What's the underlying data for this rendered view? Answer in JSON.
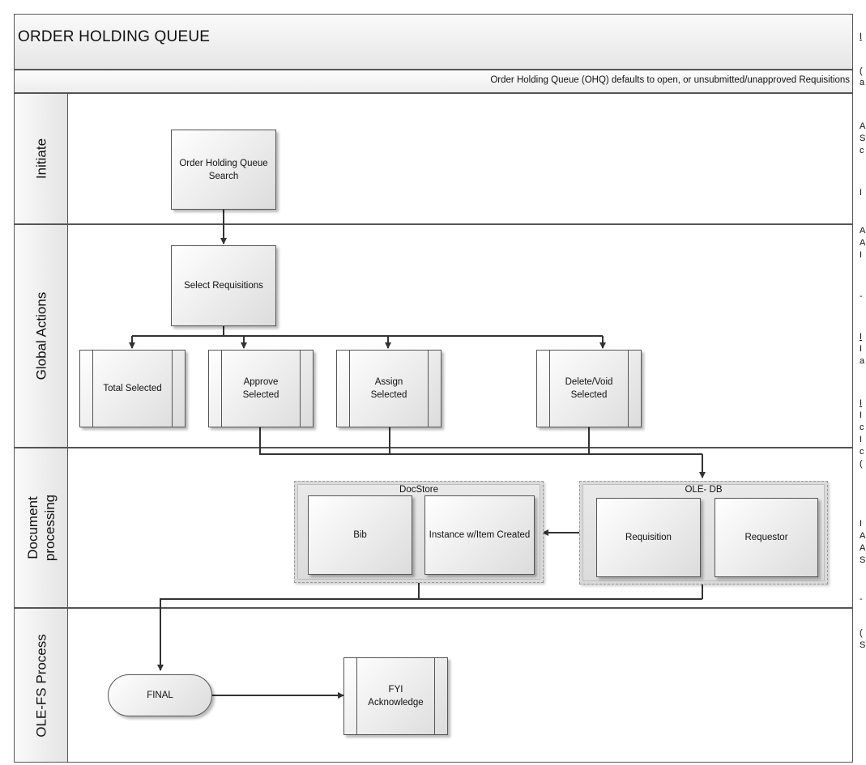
{
  "diagram": {
    "title": "ORDER HOLDING QUEUE",
    "subtitle": "Order Holding Queue (OHQ) defaults to open, or unsubmitted/unapproved Requisitions",
    "lanes": [
      {
        "label": "Initiate"
      },
      {
        "label": "Global Actions"
      },
      {
        "label_line1": "Document",
        "label_line2": "processing"
      },
      {
        "label": "OLE-FS Process"
      }
    ],
    "nodes": {
      "ohq_search": "Order Holding Queue Search",
      "select_requisitions": "Select Requisitions",
      "total_selected": "Total Selected",
      "approve_selected": "Approve Selected",
      "assign_selected": "Assign Selected",
      "delete_void_selected": "Delete/Void Selected",
      "bib": "Bib",
      "instance_item_created": "Instance w/Item Created",
      "requisition": "Requisition",
      "requestor": "Requestor",
      "final": "FINAL",
      "fyi_acknowledge": "FYI Acknowledge"
    },
    "groups": {
      "docstore": "DocStore",
      "ole_db": "OLE- DB"
    },
    "clipped_side_text": [
      "I",
      "(",
      "a",
      "A",
      "S",
      "c",
      "I",
      "A",
      "A",
      "I",
      "-",
      "I",
      "I",
      "a",
      "I",
      "I",
      "c",
      "I",
      "c",
      "(",
      "I",
      "A",
      "A",
      "S",
      "-",
      "(",
      "S"
    ]
  }
}
